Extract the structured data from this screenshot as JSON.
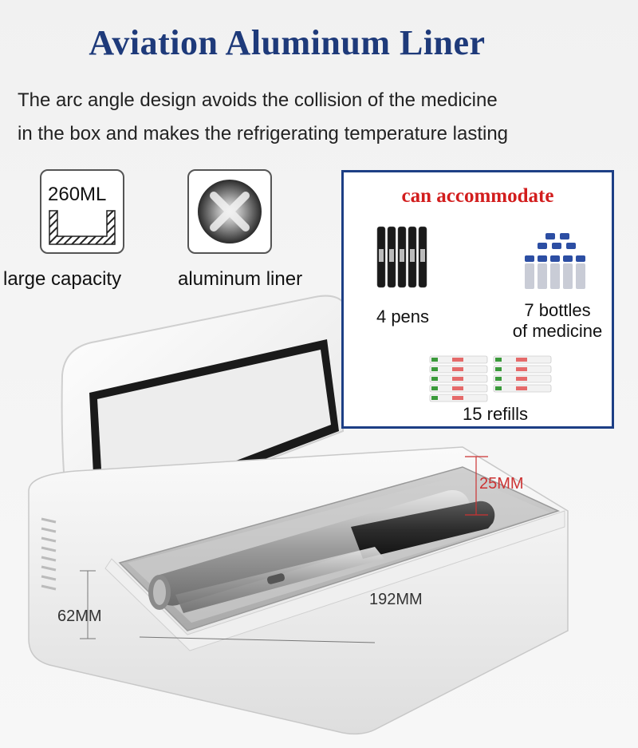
{
  "title": "Aviation Aluminum Liner",
  "description": {
    "line1": "The arc angle design avoids the collision of the medicine",
    "line2": "in the box and makes the refrigerating temperature lasting"
  },
  "features": [
    {
      "icon": "capacity-icon",
      "badge": "260ML",
      "label": "large capacity"
    },
    {
      "icon": "aluminum-liner-icon",
      "label": "aluminum liner"
    }
  ],
  "capacity_panel": {
    "title": "can accommodate",
    "items": [
      {
        "icon": "pens-icon",
        "label": "4 pens"
      },
      {
        "icon": "bottles-icon",
        "label_line1": "7 bottles",
        "label_line2": "of medicine"
      },
      {
        "icon": "refills-icon",
        "label": "15 refills"
      }
    ]
  },
  "dimensions": {
    "height": "62MM",
    "length": "192MM",
    "liner_depth": "25MM"
  },
  "colors": {
    "title": "#1e3a7a",
    "panel_border": "#1d3f85",
    "panel_title": "#d21d1d",
    "depth_marker": "#cc3333"
  }
}
